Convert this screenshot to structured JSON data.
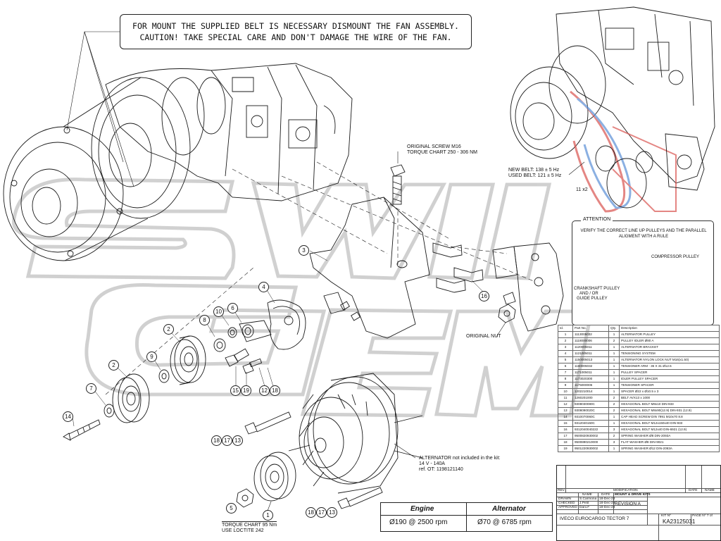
{
  "banner": {
    "line1": "FOR MOUNT THE SUPPLIED BELT IS NECESSARY DISMOUNT THE FAN ASSEMBLY.",
    "line2": "CAUTION! TAKE SPECIAL CARE AND DON'T DAMAGE THE WIRE OF THE FAN."
  },
  "callouts": {
    "screw_line1": "ORIGINAL SCREW M16",
    "screw_line2": "TORQUE CHART 250 - 306 Nm",
    "belt_new": "NEW BELT: 138 ± 5 Hz",
    "belt_used": "USED BELT: 121 ± 5 Hz",
    "belt_part": "11 x2",
    "original_nut": "ORIGINAL NUT",
    "alt_line1": "ALTERNATOR not included in the kit:",
    "alt_line2": "14 V - 140A",
    "alt_line3": "ref. OT: 1198121140",
    "torque_line1": "TORQUE CHART 95 Nm",
    "torque_line2": "USE LOCTITE 242"
  },
  "attention": {
    "title": "ATTENTION",
    "text": "VERIFY THE CORRECT LINE UP PULLEYS AND THE PARALLEL ALIGMENT WITH A RULE",
    "compressor": "COMPRESSOR PULLEY",
    "crank1": "CRANKSHAFT PULLEY",
    "crank2": "AND / OR",
    "crank3": "GUIDE PULLEY"
  },
  "parts_labels": [
    "14",
    "2",
    "7",
    "2",
    "9",
    "8",
    "10",
    "6",
    "15",
    "19",
    "12",
    "18",
    "4",
    "3",
    "16",
    "18",
    "17",
    "13",
    "5",
    "1",
    "18",
    "17",
    "13"
  ],
  "bom": {
    "headers": [
      "Id.",
      "Part No.",
      "Qty.",
      "Description"
    ],
    "rows": [
      [
        "1",
        "1113005032",
        "1",
        "ALTERNATOR PULLEY"
      ],
      [
        "2",
        "1118000006",
        "2",
        "PULLEY IDLER Ø80 A"
      ],
      [
        "3",
        "1120005011",
        "1",
        "ALTERNATOR BRACKET"
      ],
      [
        "4",
        "1121005011",
        "1",
        "TENSIONING SYSTEM"
      ],
      [
        "5",
        "1150005013",
        "1",
        "ALTERNATOR NYLON LOCK NUT M16(x1.50)"
      ],
      [
        "6",
        "1160005032",
        "1",
        "TENSIONER ARM - 36 X 31 Ø12.5"
      ],
      [
        "7",
        "1171005011",
        "1",
        "PULLEY SPACER"
      ],
      [
        "8",
        "1173020300",
        "1",
        "IDLER PULLEY SPACER"
      ],
      [
        "9",
        "1175000006",
        "1",
        "TENSIONER SPACER"
      ],
      [
        "10",
        "1202210014",
        "1",
        "SPACER Ø22 x Ø10.5 x 3"
      ],
      [
        "11",
        "1260201000",
        "2",
        "BELT  AVX13 x 1000"
      ],
      [
        "12",
        "9308030080C",
        "2",
        "HEXAGONAL BOLT  M8x10 DIN-933"
      ],
      [
        "13",
        "9308090020C",
        "2",
        "HEXAGONAL BOLT M8x90(12.9) DIN-931  (12.9)"
      ],
      [
        "14",
        "9310070060C",
        "1",
        "CAP HEAD SCREW DIN 7991 M10x70 8.8"
      ],
      [
        "15",
        "9312040150C",
        "1",
        "HEXAGONAL BOLT M12x150x40 DIN-933"
      ],
      [
        "16",
        "9312040040222",
        "3",
        "HEXAGONAL BOLT M12x40 DIN-6921 (12.9)"
      ],
      [
        "17",
        "9500820930002",
        "2",
        "SPRING WASHER Ø8 DIN-2093A"
      ],
      [
        "18",
        "9500890210000",
        "3",
        "FLAT WASHER Ø8 DIN-9021"
      ],
      [
        "19",
        "9501220930002",
        "1",
        "SPRING WASHER Ø12 DIN-2093A"
      ]
    ]
  },
  "spec": {
    "engine_label": "Engine",
    "engine_value": "Ø190 @ 2500 rpm",
    "alt_label": "Alternator",
    "alt_value": "Ø70 @ 6785 rpm"
  },
  "titleblock": {
    "rev": "REV.",
    "modification": "MODIFICATION",
    "date": "DATE",
    "name": "NAME",
    "drawn": "DRAWN",
    "checked": "CHECKED",
    "approved": "APPROVED",
    "drawn_by": "S.Carmona",
    "checked_by": "J.Petit",
    "approved_by": "Dani.F",
    "drawn_date": "18-Dec-23",
    "checked_date": "18-Dec-23",
    "approved_date": "18-Dec-23",
    "name_col": "NAME",
    "date_col": "DATE",
    "kit_type": "MOUNT & DRIVE KITS",
    "revision": "REVISION  A",
    "vehicle": "IVECO EUROCARGO TECTOR 7",
    "kit_no_label": "KIT Nº",
    "page_label": "PAGE Nº 7 of",
    "kit_no": "KA23125031"
  },
  "colors": {
    "line": "#1a1a1a",
    "watermark": "#b5b5b5",
    "belt_red": "#d9534f",
    "belt_blue": "#5b8fd6"
  }
}
